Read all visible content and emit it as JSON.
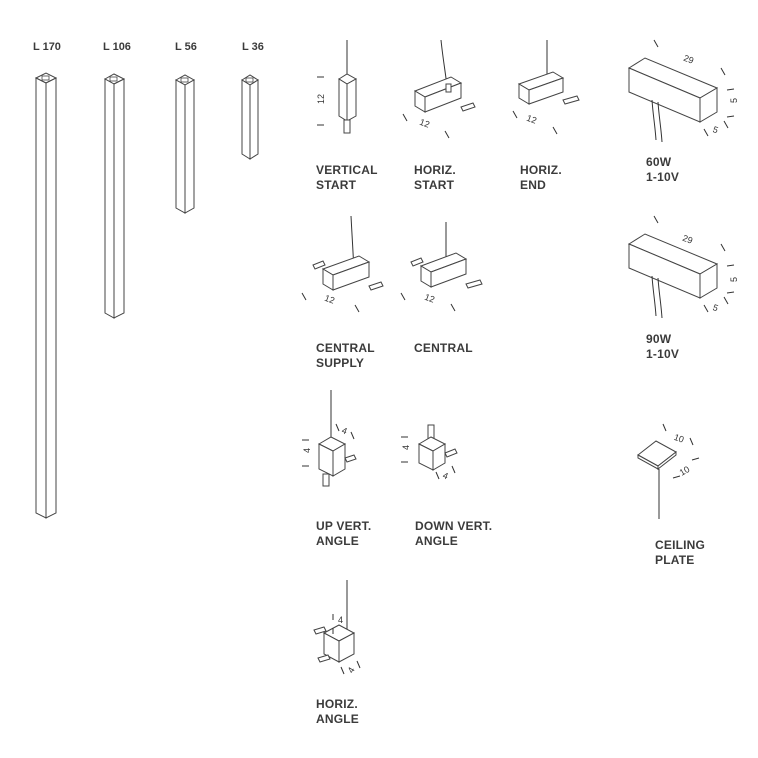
{
  "lengths": [
    "L 170",
    "L 106",
    "L 56",
    "L 36"
  ],
  "components": {
    "vertical_start": {
      "line1": "VERTICAL",
      "line2": "START",
      "dim": "12"
    },
    "horiz_start": {
      "line1": "HORIZ.",
      "line2": "START",
      "dim": "12"
    },
    "horiz_end": {
      "line1": "HORIZ.",
      "line2": "END",
      "dim": "12"
    },
    "central_supply": {
      "line1": "CENTRAL",
      "line2": "SUPPLY",
      "dim": "12"
    },
    "central": {
      "line1": "CENTRAL",
      "dim": "12"
    },
    "up_vert_angle": {
      "line1": "UP VERT.",
      "line2": "ANGLE",
      "dim_a": "4",
      "dim_b": "4"
    },
    "down_vert_angle": {
      "line1": "DOWN VERT.",
      "line2": "ANGLE",
      "dim_a": "4",
      "dim_b": "4"
    },
    "horiz_angle": {
      "line1": "HORIZ.",
      "line2": "ANGLE",
      "dim_a": "4",
      "dim_b": "4"
    }
  },
  "drivers": {
    "d60": {
      "line1": "60W",
      "line2": "1-10V",
      "dim_len": "29",
      "dim_h": "5",
      "dim_w": "5"
    },
    "d90": {
      "line1": "90W",
      "line2": "1-10V",
      "dim_len": "29",
      "dim_h": "5",
      "dim_w": "5"
    }
  },
  "ceiling_plate": {
    "line1": "CEILING",
    "line2": "PLATE",
    "dim_a": "10",
    "dim_b": "10"
  }
}
